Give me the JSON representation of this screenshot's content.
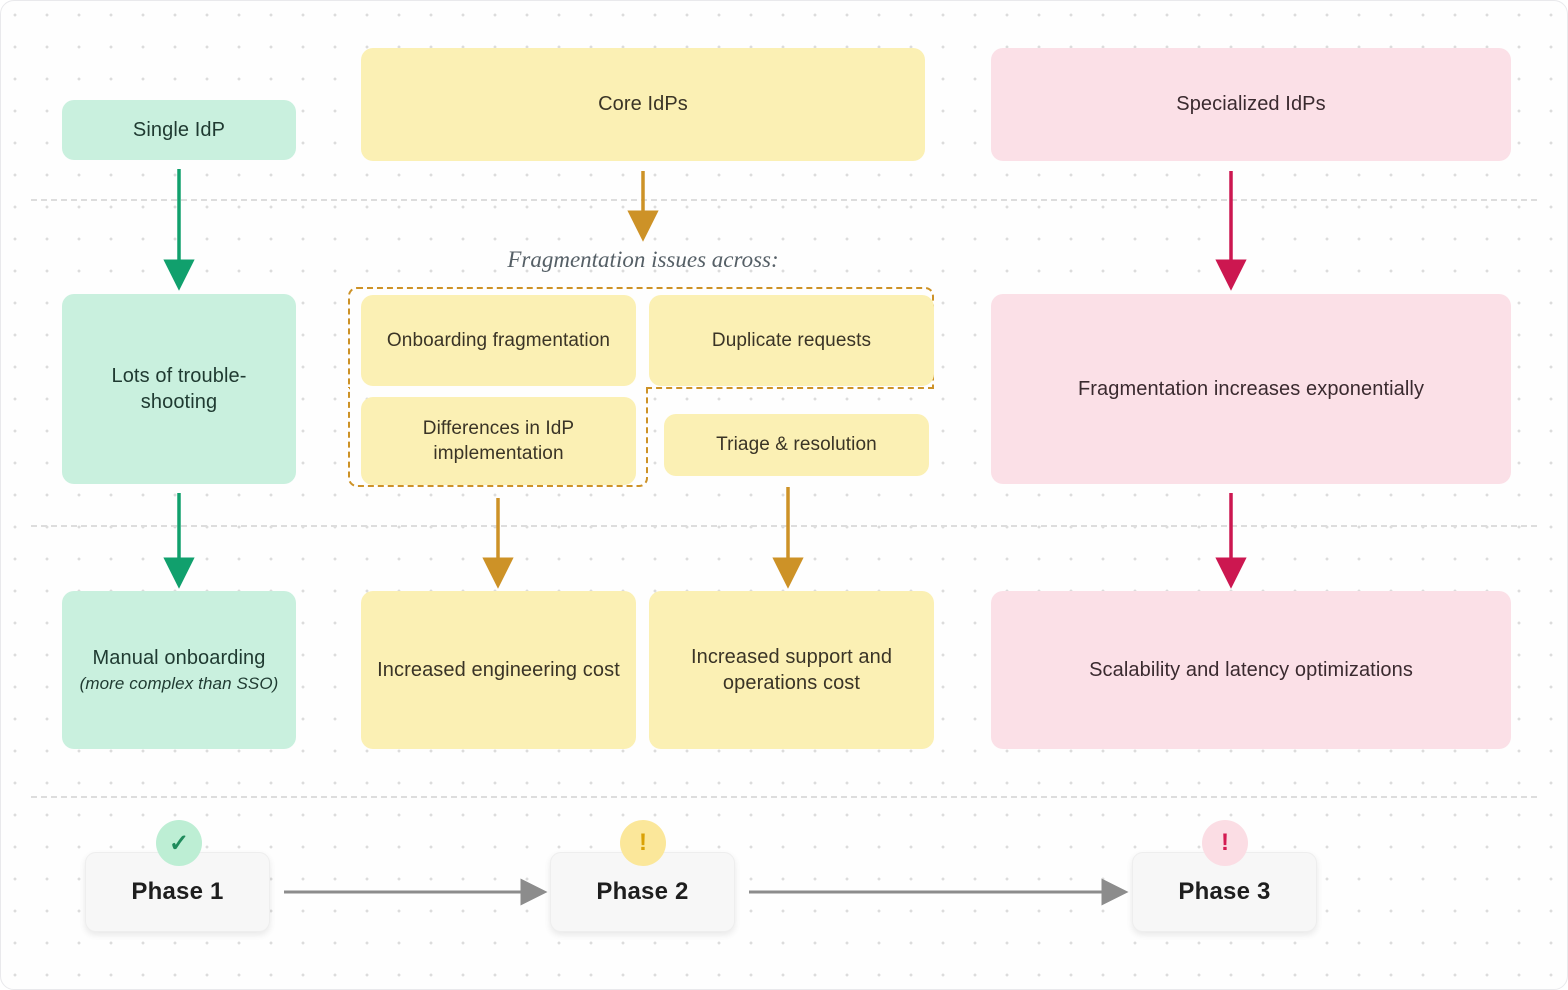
{
  "diagram": {
    "columns": {
      "left": {
        "nodes": [
          {
            "label": "Single IdP"
          },
          {
            "label": "Lots of trouble-shooting"
          },
          {
            "label": "Manual onboarding",
            "sub": "(more complex than SSO)"
          }
        ]
      },
      "middle": {
        "nodes": [
          {
            "label": "Core IdPs"
          },
          {
            "label": "Increased engineering cost"
          },
          {
            "label": "Increased support and operations cost"
          }
        ],
        "group_label": "Fragmentation issues across:",
        "group_items": [
          {
            "label": "Onboarding fragmentation"
          },
          {
            "label": "Duplicate requests"
          },
          {
            "label": "Differences in IdP implementation"
          },
          {
            "label": "Triage & resolution"
          }
        ]
      },
      "right": {
        "nodes": [
          {
            "label": "Specialized IdPs"
          },
          {
            "label": "Fragmentation increases exponentially"
          },
          {
            "label": "Scalability and latency optimizations"
          }
        ]
      }
    },
    "phases": [
      {
        "label": "Phase 1",
        "status": "ok",
        "icon": "check-icon",
        "badge_glyph": "✓"
      },
      {
        "label": "Phase 2",
        "status": "warn",
        "icon": "warning-icon",
        "badge_glyph": "!"
      },
      {
        "label": "Phase 3",
        "status": "err",
        "icon": "alert-error-icon",
        "badge_glyph": "!"
      }
    ],
    "colors": {
      "green_fill": "#c9f0de",
      "yellow_fill": "#fbf0b4",
      "pink_fill": "#fbe0e7",
      "green_arrow": "#11a06d",
      "amber_arrow": "#cd9227",
      "crimson_arrow": "#cc1750",
      "gray_arrow": "#8c8c8c",
      "dashed_group_border": "#cd9227",
      "band_separator": "#dddddd",
      "dot_grid": "#dcdcdc"
    }
  }
}
